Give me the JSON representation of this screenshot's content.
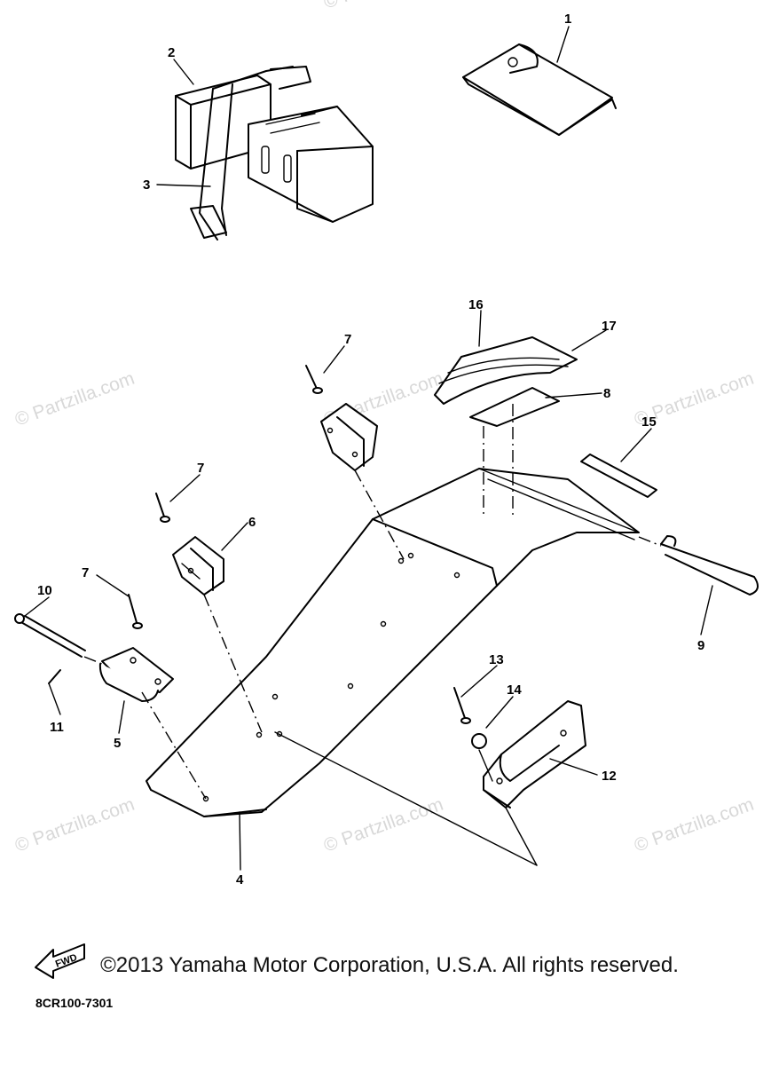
{
  "callouts": [
    "1",
    "2",
    "3",
    "4",
    "5",
    "6",
    "7",
    "7",
    "7",
    "8",
    "9",
    "10",
    "11",
    "12",
    "13",
    "14",
    "15",
    "16",
    "17"
  ],
  "watermarks": [
    "© Partzilla.com",
    "© Partzilla.com",
    "© Partzilla.com",
    "© Partzilla.com",
    "© Partzilla.com",
    "© Partzilla.com",
    "© Partzilla.com"
  ],
  "fwd_label": "FWD",
  "diagram_code": "8CR100-7301",
  "copyright": "©2013 Yamaha Motor Corporation, U.S.A. All rights reserved."
}
